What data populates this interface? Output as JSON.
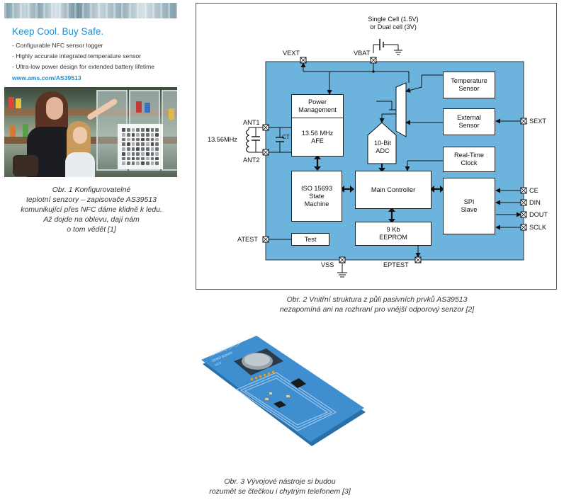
{
  "ad": {
    "headline": "Keep Cool. Buy Safe.",
    "bullets": [
      "- Configurable NFC sensor logger",
      "- Highly accurate integrated temperature sensor",
      "- Ultra-low power design for extended battery lifetime"
    ],
    "url": "www.ams.com/AS39513"
  },
  "figure1": {
    "caption_lines": [
      "Obr. 1  Konfigurovatelné",
      "teplotní senzory – zapisovače AS39513",
      "komunikující přes NFC dáme klidně k ledu.",
      "Až dojde na oblevu, dají nám",
      "o tom vědět [1]"
    ]
  },
  "figure2": {
    "supply_label": [
      "Single Cell (1.5V)",
      "or Dual cell (3V)"
    ],
    "blocks": {
      "power_management": [
        "Power",
        "Management"
      ],
      "afe": [
        "13.56 MHz",
        "AFE"
      ],
      "temperature_sensor": [
        "Temperature",
        "Sensor"
      ],
      "external_sensor": [
        "External",
        "Sensor"
      ],
      "adc": [
        "10-Bit",
        "ADC"
      ],
      "rtc": [
        "Real-Time",
        "Clock"
      ],
      "iso_state_machine": [
        "ISO 15693",
        "State",
        "Machine"
      ],
      "main_controller": "Main Controller",
      "spi_slave": [
        "SPI",
        "Slave"
      ],
      "eeprom": [
        "9 Kb",
        "EEPROM"
      ],
      "test": "Test"
    },
    "pins": {
      "vext": "VEXT",
      "vbat": "VBAT",
      "ant1": "ANT1",
      "ant2": "ANT2",
      "freq": "13.56MHz",
      "ct": "CT",
      "sext": "SEXT",
      "ce": "CE",
      "din": "DIN",
      "dout": "DOUT",
      "sclk": "SCLK",
      "atest": "ATEST",
      "vss": "VSS",
      "eptest": "EPTEST"
    },
    "caption_lines": [
      "Obr. 2  Vnitřní struktura z půli pasivních prvků AS39513",
      "nezapomíná ani na rozhraní pro vnější odporový senzor [2]"
    ]
  },
  "figure3": {
    "board_label": [
      "AS39513-QF_DK_ST",
      "DEMO BOARD",
      "V1.0"
    ],
    "caption_lines": [
      "Obr. 3  Vývojové nástroje si budou",
      "rozumět se čtečkou i chytrým telefonem [3]"
    ]
  },
  "colors": {
    "chip_fill": "#6cb4de",
    "board_blue": "#3f8fd0",
    "ad_accent": "#1f8fd0"
  }
}
